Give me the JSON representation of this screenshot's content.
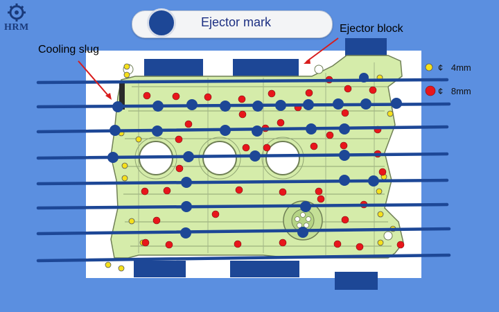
{
  "brand": {
    "logo_text": "HRM"
  },
  "title": {
    "text": "Ejector mark"
  },
  "labels": {
    "ejector_block": "Ejector block",
    "cooling_slug": "Cooling slug"
  },
  "legend": [
    {
      "symbol": "¢",
      "size": "4mm",
      "color": "#f5e01c"
    },
    {
      "symbol": "¢",
      "size": "8mm",
      "color": "#e8161b"
    }
  ],
  "colors": {
    "background": "#5b8fe0",
    "part": "#d5ecaa",
    "ejector_mark": "#1d4796",
    "small_pin": "#f5e01c",
    "large_pin": "#e8161b",
    "arrow": "#d81c1c"
  }
}
